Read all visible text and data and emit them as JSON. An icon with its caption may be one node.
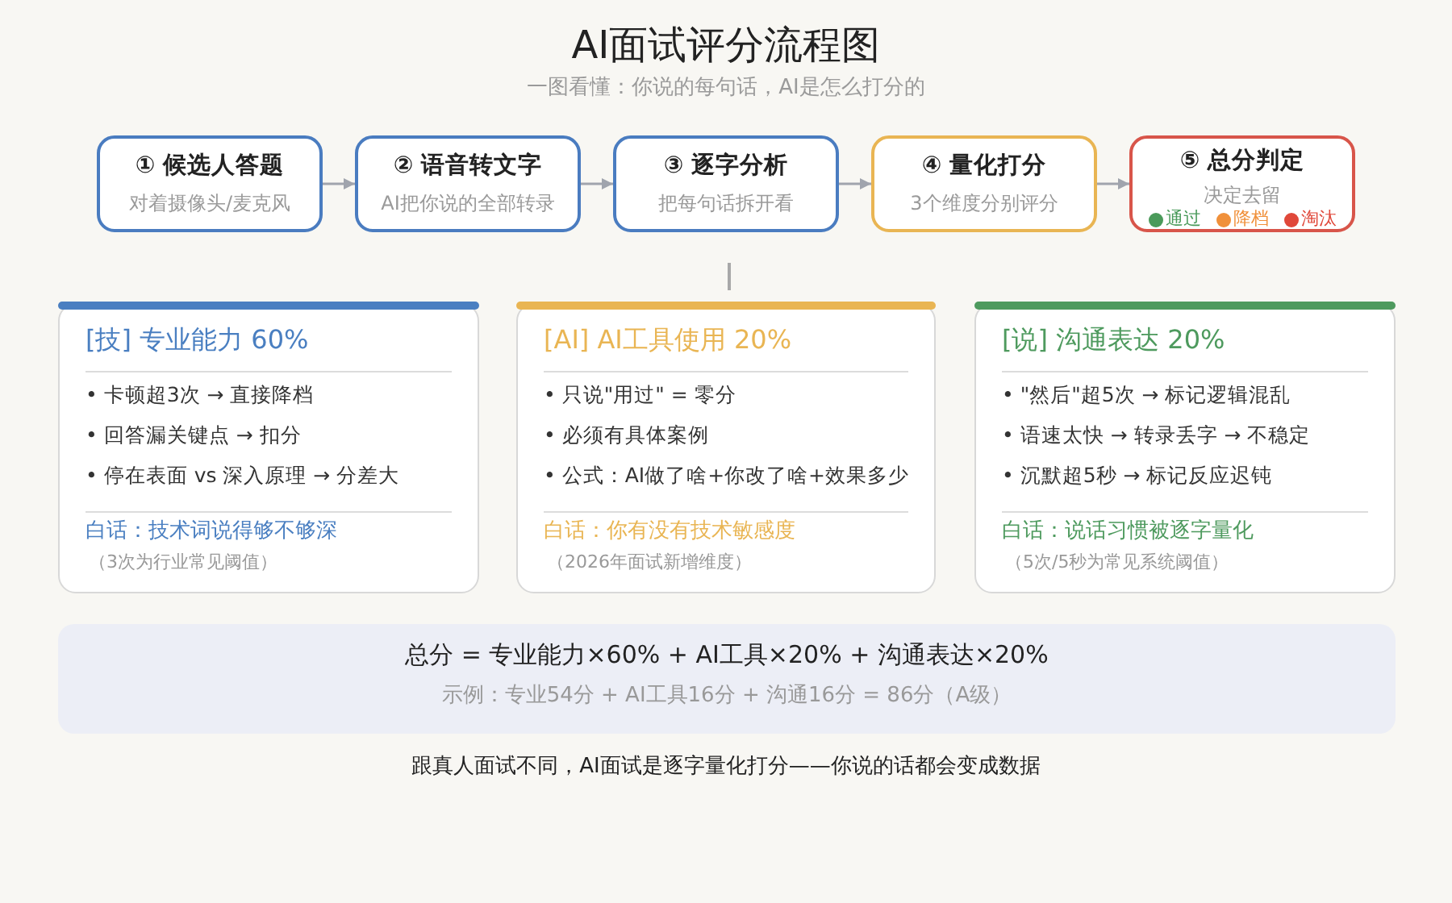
{
  "diagram": {
    "title": "AI面试评分流程图",
    "nodes": [
      {
        "text": [
          "① 候选人答题",
          "对着摄像头/麦克风"
        ]
      },
      {
        "text": [
          "② 语音转文字",
          "AI把你说的全部转录"
        ]
      },
      {
        "text": [
          "③ 逐字分析",
          "把每句话拆开看"
        ]
      },
      {
        "text": [
          "④ 量化打分",
          "3个维度分别评分"
        ]
      },
      {
        "text": [
          "⑤ 总分判定",
          "决定去留"
        ]
      },
      {
        "text": [
          "[技] 专业能力 60%",
          "• 卡顿超3次 → 直接降档",
          "• 回答漏关键点 → 扣分",
          "• 停在表面 vs 深入原理 → 分差大",
          "白话：技术词说得够不够深",
          "（3次为行业常见阈值）"
        ]
      },
      {
        "text": [
          "[AI] AI工具使用 20%",
          "• 只说\"用过\" = 零分",
          "• 必须有具体案例",
          "• 公式：AI做了啥+你改了啥+效果多少",
          "白话：你有没有技术敏感度",
          "（2026年面试新增维度）"
        ]
      },
      {
        "text": [
          "[说] 沟通表达 20%",
          "• \"然后\"超5次 → 标记逻辑混乱",
          "• 语速太快 → 转录丢字 → 不稳定",
          "• 沉默超5秒 → 标记反应迟钝",
          "白话：说话习惯被逐字量化",
          "（5次/5秒为常见系统阈值）"
        ]
      },
      {
        "text": [
          "总分 = 专业能力×60% + AI工具×20% + 沟通表达×20%",
          "示例：专业54分 + AI工具16分 + 沟通16分 = 86分（A级）"
        ]
      }
    ],
    "edges": [
      {
        "from": 0,
        "to": 1,
        "arrow": "to"
      },
      {
        "from": 1,
        "to": 2,
        "arrow": "to"
      },
      {
        "from": 2,
        "to": 3,
        "arrow": "to"
      },
      {
        "from": 3,
        "to": 4,
        "arrow": "to"
      }
    ],
    "labels": [
      "一图看懂：你说的每句话，AI是怎么打分的",
      "跟真人面试不同，AI面试是逐字量化打分——你说的话都会变成数据"
    ],
    "legend": [
      {
        "text": "通过",
        "color": "#4a9a5a"
      },
      {
        "text": "降档",
        "color": "#f0903a"
      },
      {
        "text": "淘汰",
        "color": "#e0483a"
      }
    ]
  }
}
